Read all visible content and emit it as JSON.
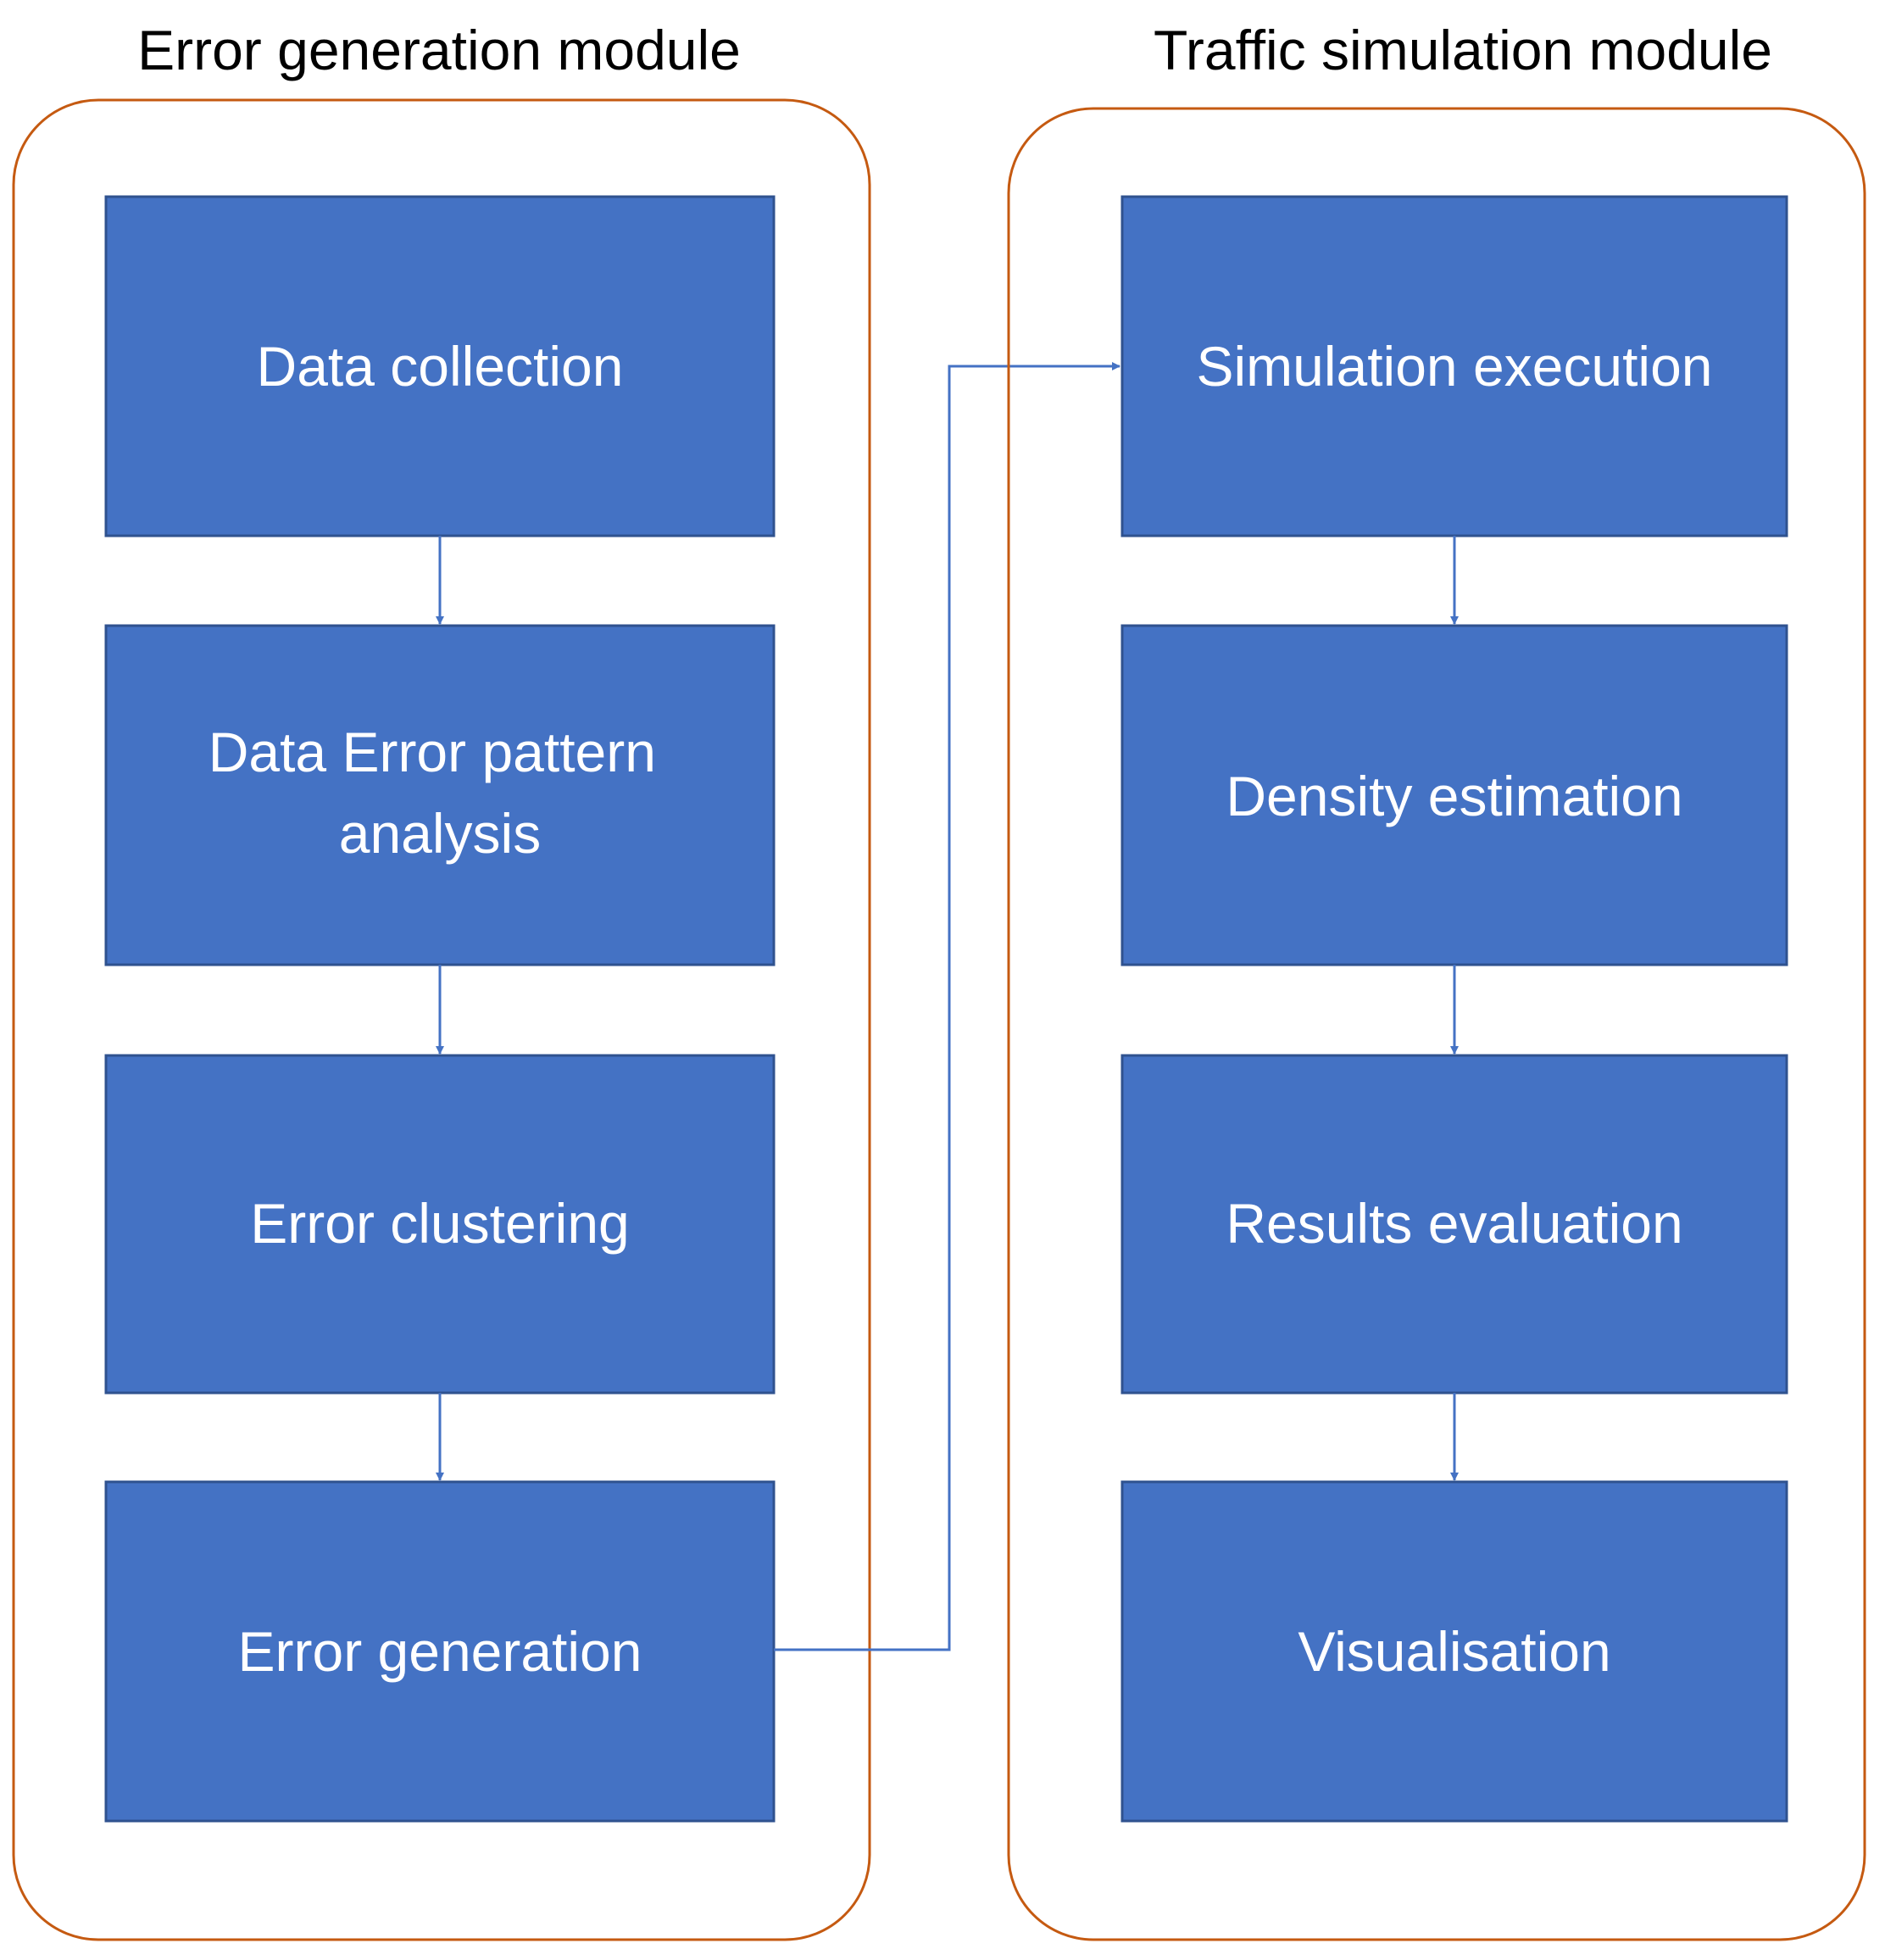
{
  "colors": {
    "box_fill": "#4472c4",
    "box_stroke": "#2f528f",
    "box_text": "#ffffff",
    "connector": "#4472c4",
    "module_border": "#c55a11",
    "title_text": "#000000"
  },
  "modules": [
    {
      "title": "Error generation module",
      "steps": [
        {
          "label_lines": [
            "Data collection"
          ]
        },
        {
          "label_lines": [
            "Data Error pattern",
            "analysis"
          ]
        },
        {
          "label_lines": [
            "Error clustering"
          ]
        },
        {
          "label_lines": [
            "Error generation"
          ]
        }
      ]
    },
    {
      "title": "Traffic simulation module",
      "steps": [
        {
          "label_lines": [
            "Simulation execution"
          ]
        },
        {
          "label_lines": [
            "Density estimation"
          ]
        },
        {
          "label_lines": [
            "Results evaluation"
          ]
        },
        {
          "label_lines": [
            "Visualisation"
          ]
        }
      ]
    }
  ]
}
